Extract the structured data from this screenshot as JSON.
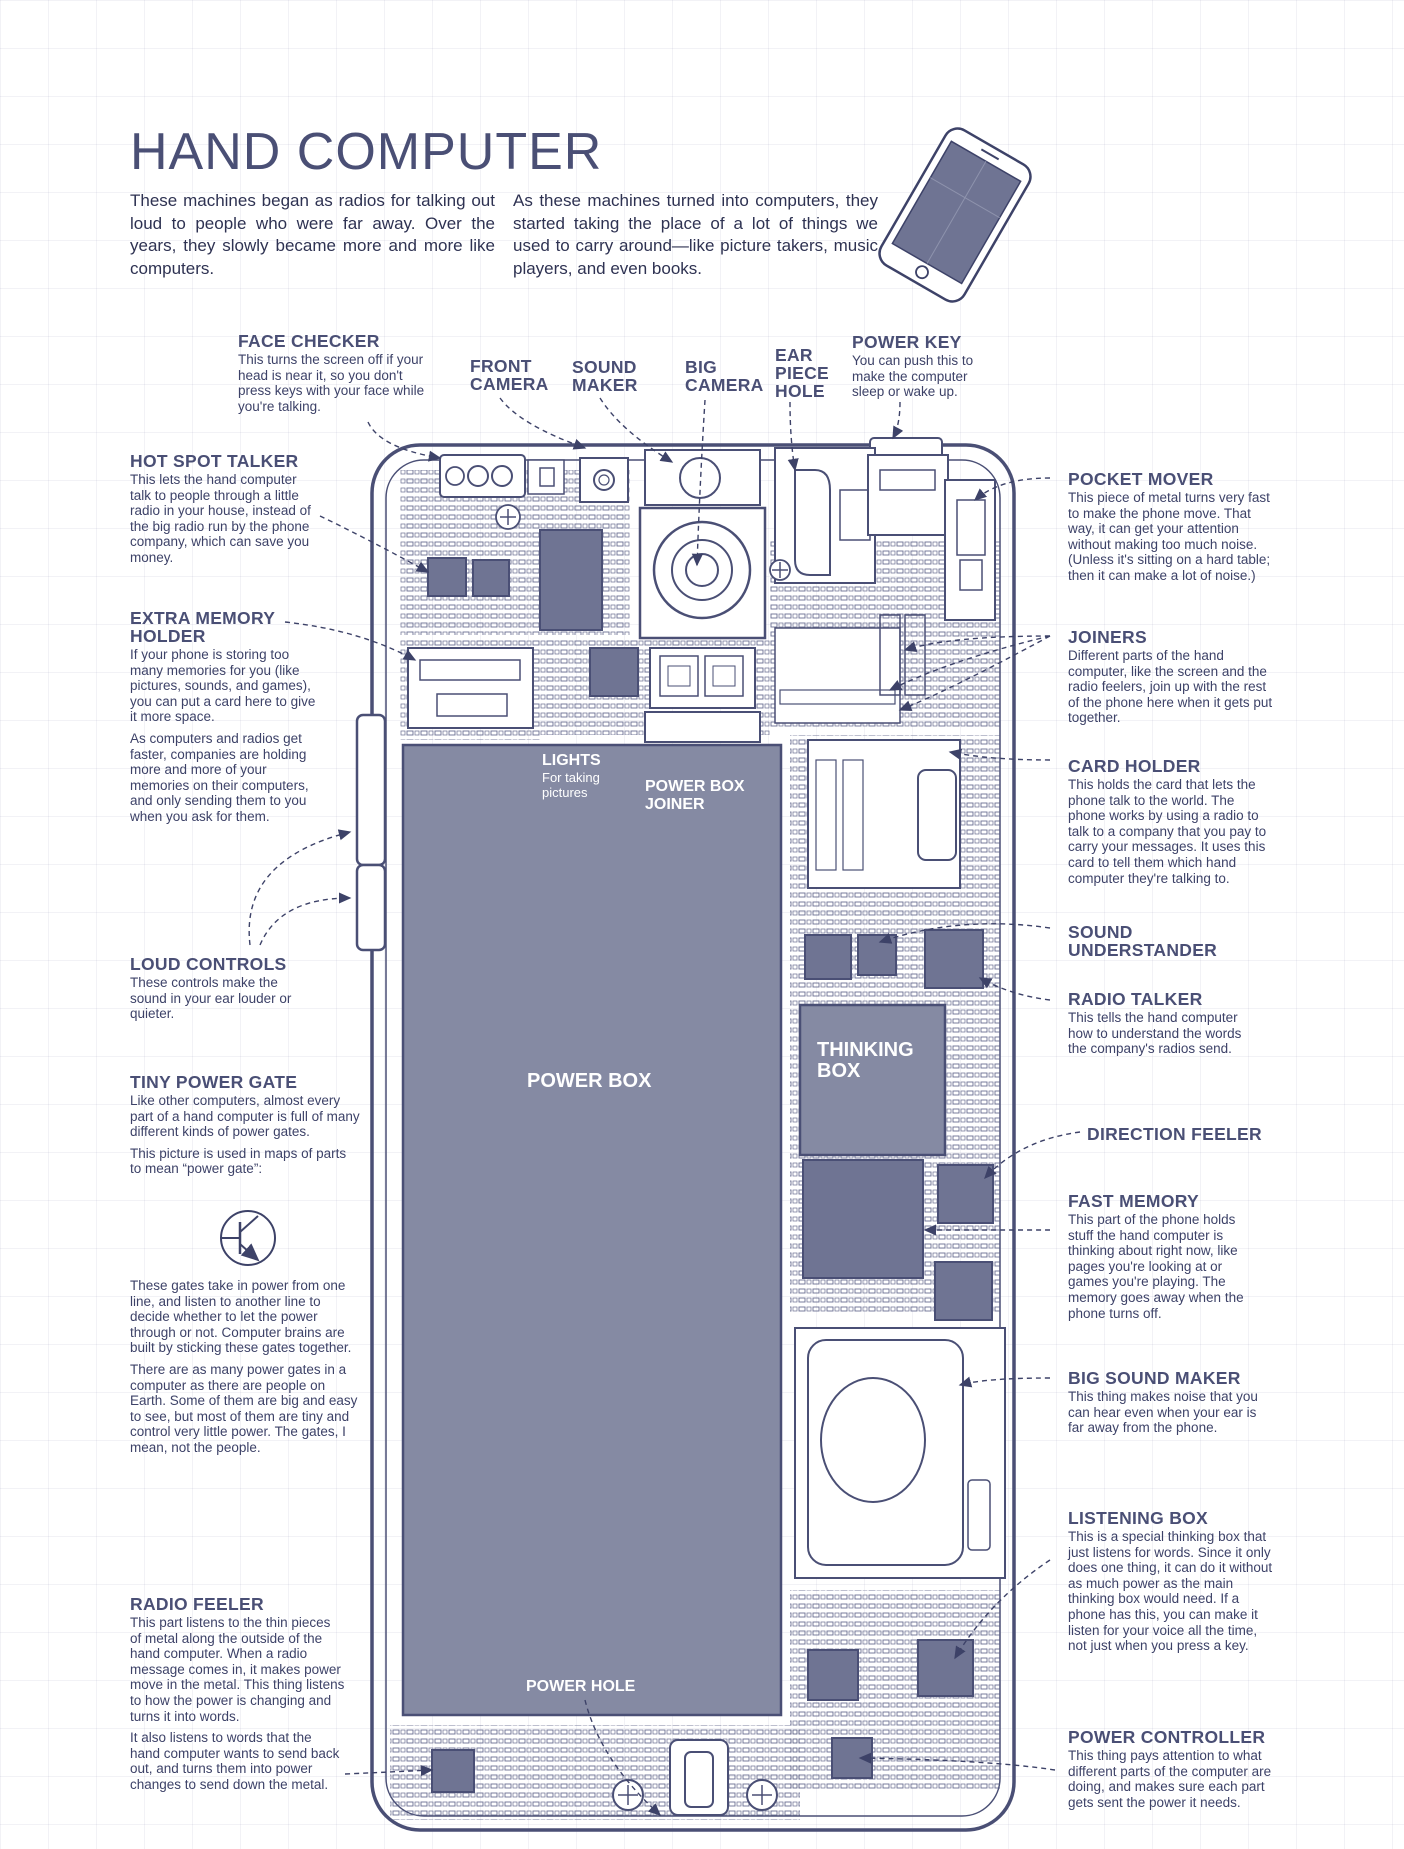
{
  "title": "HAND COMPUTER",
  "intro": {
    "left": "These machines began as radios for talking out loud to people who were far away. Over the years, they slowly became more and more like computers.",
    "right": "As these machines turned into computers, they started taking the place of a lot of things we used to carry around—like picture takers, music players, and even books."
  },
  "labels": {
    "face_checker": {
      "title": "FACE CHECKER",
      "desc": "This turns the screen off if your head is near it, so you don't press keys with your face while you're talking."
    },
    "front_camera": {
      "title": "FRONT CAMERA"
    },
    "sound_maker": {
      "title": "SOUND MAKER"
    },
    "big_camera": {
      "title": "BIG CAMERA"
    },
    "ear_piece_hole": {
      "title": "EAR PIECE HOLE"
    },
    "power_key": {
      "title": "POWER KEY",
      "desc": "You can push this to make the computer sleep or wake up."
    },
    "hot_spot_talker": {
      "title": "HOT SPOT TALKER",
      "desc": "This lets the hand computer talk to people through a little radio in your house, instead of the big radio run by the phone company, which can save you money."
    },
    "extra_memory_holder": {
      "title": "EXTRA MEMORY HOLDER",
      "desc": "If your phone is storing too many memories for you (like pictures, sounds, and games), you can put a card here to give it more space.",
      "desc2": "As computers and radios get faster, companies are holding more and more of your memories on their computers, and only sending them to you when you ask for them."
    },
    "loud_controls": {
      "title": "LOUD CONTROLS",
      "desc": "These controls make the sound in your ear louder or quieter."
    },
    "tiny_power_gate": {
      "title": "TINY POWER GATE",
      "desc": "Like other computers, almost every part of a hand computer is full of many different kinds of power gates.",
      "desc2": "This picture is used in maps of parts to mean “power gate”:",
      "desc3": "These gates take in power from one line, and listen to another line to decide whether to let the power through or not. Computer brains are built by sticking these gates together.",
      "desc4": "There are as many power gates in a computer as there are people on Earth. Some of them are big and easy to see, but most of them are tiny and control very little power. The gates, I mean, not the people."
    },
    "radio_feeler": {
      "title": "RADIO FEELER",
      "desc": "This part listens to the thin pieces of metal along the outside of the hand computer. When a radio message comes in, it makes power move in the metal. This thing listens to how the power is changing and turns it into words.",
      "desc2": "It also listens to words that the hand computer wants to send back out, and turns them into power changes to send down the metal."
    },
    "pocket_mover": {
      "title": "POCKET MOVER",
      "desc": "This piece of metal turns very fast to make the phone move. That way, it can get your attention without making too much noise. (Unless it's sitting on a hard table; then it can make a lot of noise.)"
    },
    "joiners": {
      "title": "JOINERS",
      "desc": "Different parts of the hand computer, like the screen and the radio feelers, join up with the rest of the phone here when it gets put together."
    },
    "card_holder": {
      "title": "CARD HOLDER",
      "desc": "This holds the card that lets the phone talk to the world. The phone works by using a radio to talk to a company that you pay to carry your messages. It uses this card to tell them which hand computer they're talking to."
    },
    "sound_understander": {
      "title": "SOUND UNDERSTANDER"
    },
    "radio_talker": {
      "title": "RADIO TALKER",
      "desc": "This tells the hand computer how to understand the words the company's radios send."
    },
    "direction_feeler": {
      "title": "DIRECTION FEELER"
    },
    "fast_memory": {
      "title": "FAST MEMORY",
      "desc": "This part of the phone holds stuff the hand computer is thinking about right now, like pages you're looking at or games you're playing. The memory goes away when the phone turns off."
    },
    "big_sound_maker": {
      "title": "BIG SOUND MAKER",
      "desc": "This thing makes noise that you can hear even when your ear is far away from the phone."
    },
    "listening_box": {
      "title": "LISTENING BOX",
      "desc": "This is a special thinking box that just listens for words. Since it only does one thing, it can do it without as much power as the main thinking box would need. If a phone has this, you can make it listen for your voice all the time, not just when you press a key."
    },
    "power_controller": {
      "title": "POWER CONTROLLER",
      "desc": "This thing pays attention to what different parts of the computer are doing, and makes sure each part gets sent the power it needs."
    }
  },
  "inner": {
    "lights": "LIGHTS",
    "lights_sub": "For taking pictures",
    "power_box_joiner": "POWER BOX JOINER",
    "power_box": "POWER BOX",
    "thinking_box": "THINKING BOX",
    "power_hole": "POWER HOLE"
  },
  "colors": {
    "ink": "#4a4f75",
    "fill": "#858aa3",
    "chip": "#6f7493",
    "board_line": "#5a5f85"
  }
}
